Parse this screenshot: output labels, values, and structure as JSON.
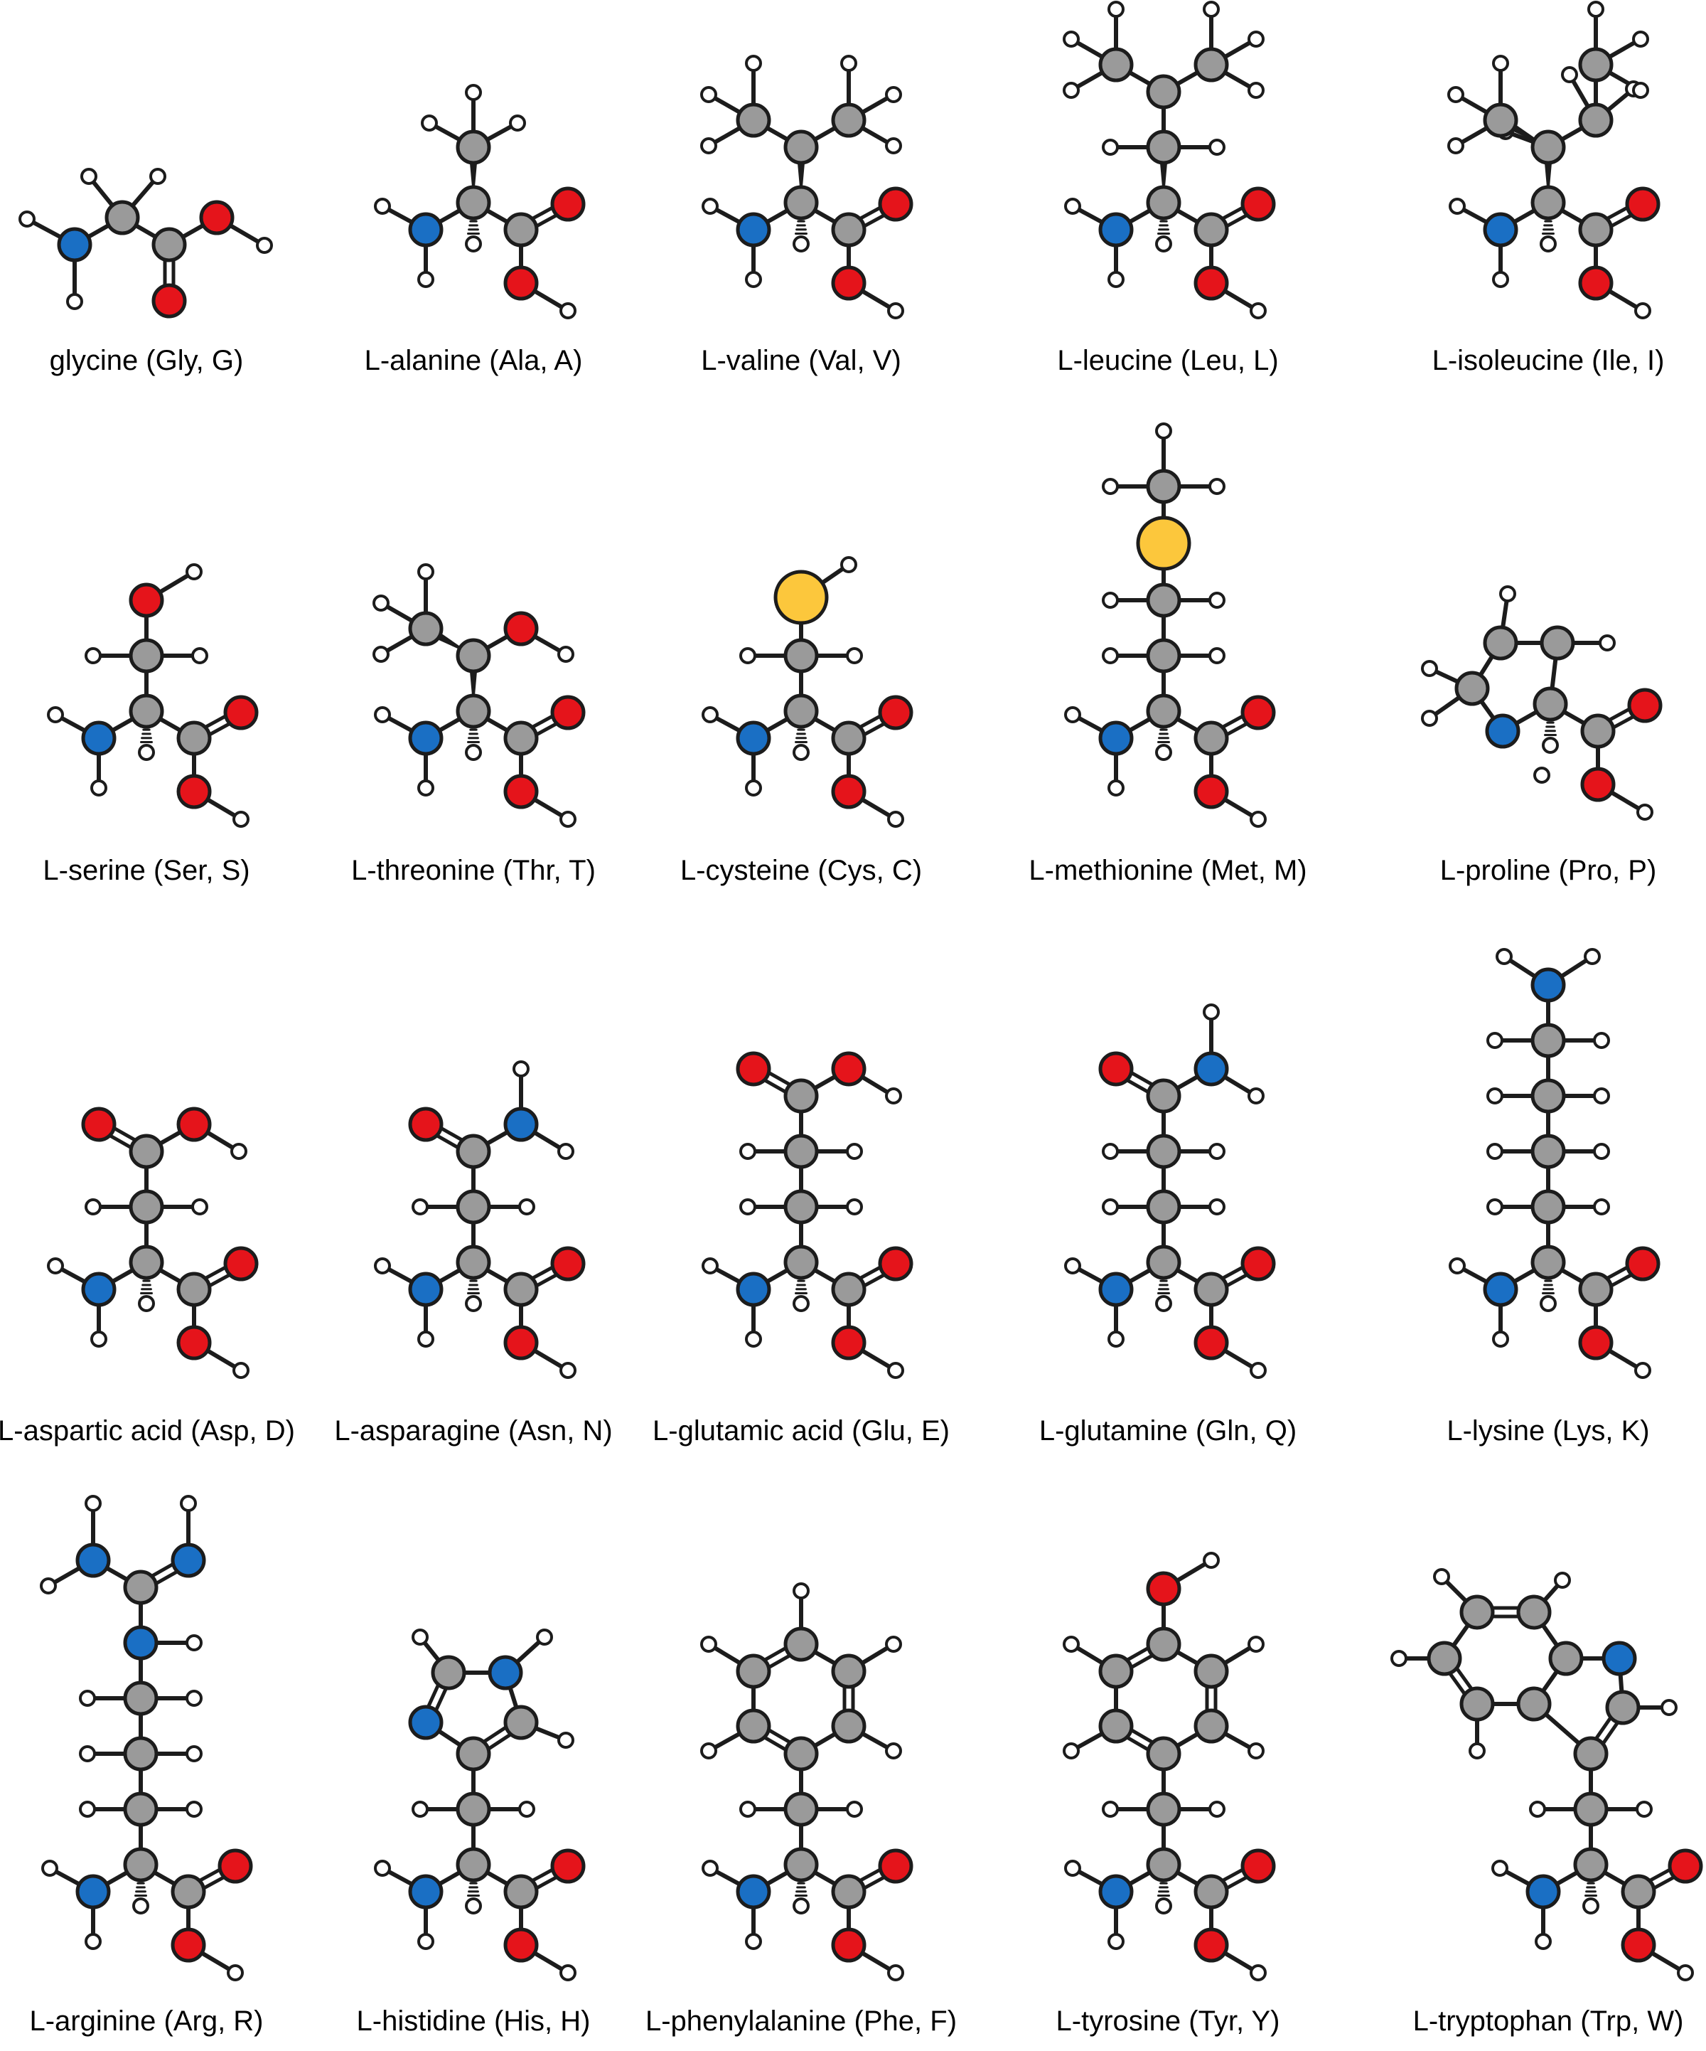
{
  "colors": {
    "carbon": "#9a9a9a",
    "nitrogen": "#1a6fc4",
    "oxygen": "#e5141b",
    "sulfur": "#fcc73c",
    "hydrogen": "#ffffff",
    "outline": "#1c1c1c"
  },
  "amino_acids": [
    {
      "name": "glycine (Gly, G)"
    },
    {
      "name": "L-alanine (Ala, A)"
    },
    {
      "name": "L-valine (Val, V)"
    },
    {
      "name": "L-leucine (Leu, L)"
    },
    {
      "name": "L-isoleucine (Ile, I)"
    },
    {
      "name": "L-serine (Ser, S)"
    },
    {
      "name": "L-threonine (Thr, T)"
    },
    {
      "name": "L-cysteine (Cys, C)"
    },
    {
      "name": "L-methionine (Met, M)"
    },
    {
      "name": "L-proline (Pro, P)"
    },
    {
      "name": "L-aspartic acid (Asp, D)"
    },
    {
      "name": "L-asparagine (Asn, N)"
    },
    {
      "name": "L-glutamic acid (Glu, E)"
    },
    {
      "name": "L-glutamine (Gln, Q)"
    },
    {
      "name": "L-lysine (Lys, K)"
    },
    {
      "name": "L-arginine (Arg, R)"
    },
    {
      "name": "L-histidine (His, H)"
    },
    {
      "name": "L-phenylalanine (Phe, F)"
    },
    {
      "name": "L-tyrosine (Tyr, Y)"
    },
    {
      "name": "L-tryptophan (Trp, W)"
    }
  ]
}
